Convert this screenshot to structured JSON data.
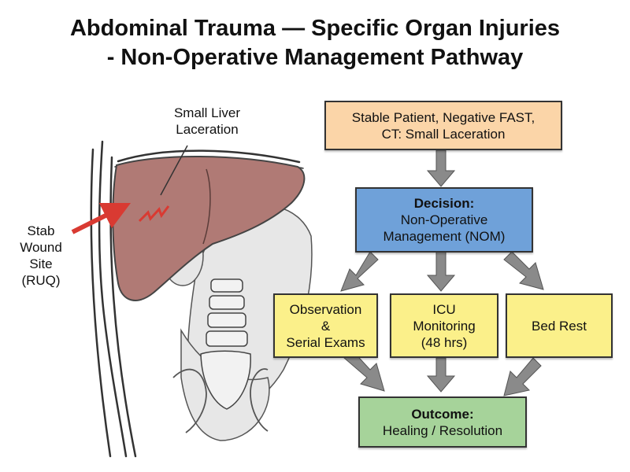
{
  "title": {
    "line1": "Abdominal Trauma — Specific Organ Injuries",
    "line2": "- Non-Operative Management Pathway"
  },
  "illustration": {
    "liver_label_line1": "Small Liver",
    "liver_label_line2": "Laceration",
    "stab_label_line1": "Stab",
    "stab_label_line2": "Wound",
    "stab_label_line3": "Site",
    "stab_label_line4": "(RUQ)"
  },
  "flow": {
    "start": {
      "line1": "Stable Patient, Negative FAST,",
      "line2": "CT: Small Laceration"
    },
    "decision": {
      "heading": "Decision:",
      "line1": "Non-Operative",
      "line2": "Management (NOM)"
    },
    "observation": {
      "line1": "Observation",
      "line2": "&",
      "line3": "Serial Exams"
    },
    "icu": {
      "line1": "ICU",
      "line2": "Monitoring",
      "line3": "(48 hrs)"
    },
    "bedrest": {
      "line1": "Bed Rest"
    },
    "outcome": {
      "heading": "Outcome:",
      "line1": "Healing / Resolution"
    }
  },
  "colors": {
    "start": "#fbd5a8",
    "decision": "#6fa1d9",
    "steps": "#fbf08a",
    "outcome": "#a6d39a",
    "liver": "#b07a75",
    "stab_arrow": "#d93a32",
    "flow_arrow": "#8a8a8a"
  }
}
